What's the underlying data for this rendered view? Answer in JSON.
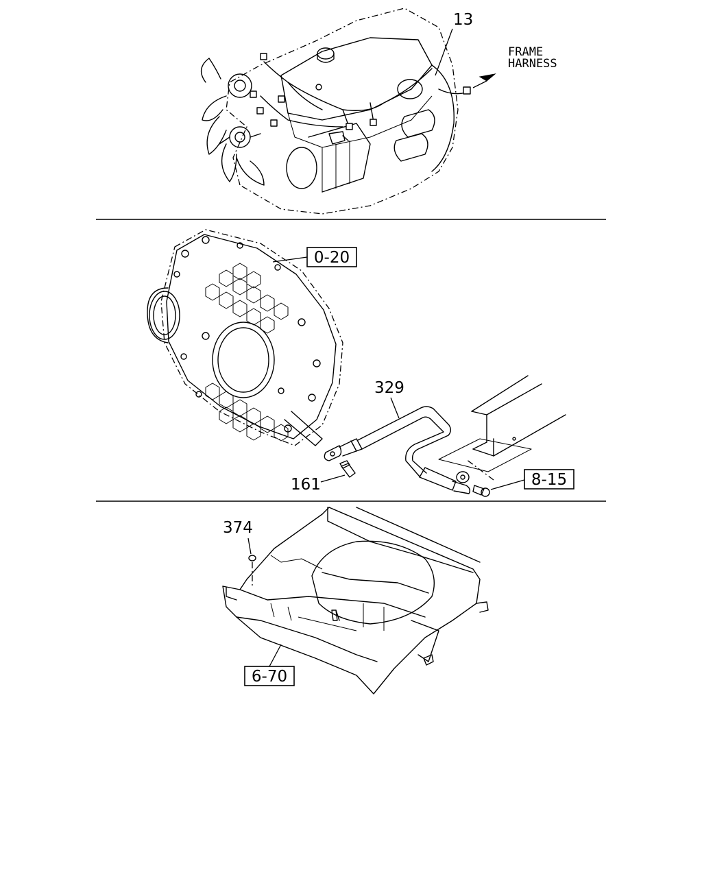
{
  "panels": [
    {
      "id": "engine-harness",
      "callouts": [
        {
          "label": "13",
          "kind": "part"
        }
      ],
      "text_annotation": {
        "line1": "FRAME",
        "line2": "HARNESS"
      }
    },
    {
      "id": "flywheel-ground",
      "callouts": [
        {
          "label": "0-20",
          "kind": "ref"
        },
        {
          "label": "329",
          "kind": "part"
        },
        {
          "label": "161",
          "kind": "part"
        },
        {
          "label": "8-15",
          "kind": "ref"
        }
      ]
    },
    {
      "id": "floor-panel",
      "callouts": [
        {
          "label": "374",
          "kind": "part"
        },
        {
          "label": "6-70",
          "kind": "ref"
        }
      ]
    }
  ]
}
